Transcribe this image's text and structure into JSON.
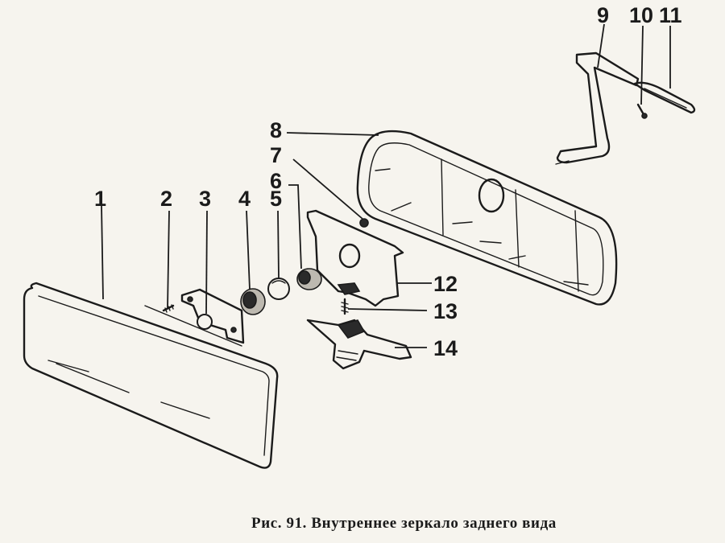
{
  "figure": {
    "caption": "Рис. 91. Внутреннее зеркало заднего вида",
    "callouts": {
      "n1": "1",
      "n2": "2",
      "n3": "3",
      "n4": "4",
      "n5": "5",
      "n6": "6",
      "n7": "7",
      "n8": "8",
      "n9": "9",
      "n10": "10",
      "n11": "11",
      "n12": "12",
      "n13": "13",
      "n14": "14"
    }
  }
}
